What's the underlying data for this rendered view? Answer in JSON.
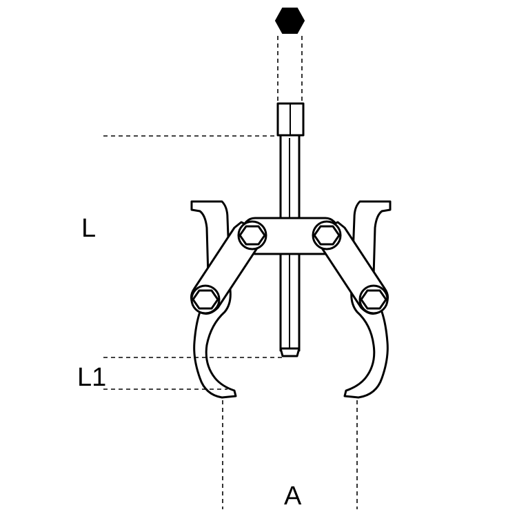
{
  "diagram": {
    "labels": {
      "L": "L",
      "L1": "L1",
      "A": "A"
    },
    "colors": {
      "line": "#000000",
      "background": "#ffffff"
    },
    "icons": [
      "hex-nut-icon"
    ]
  }
}
